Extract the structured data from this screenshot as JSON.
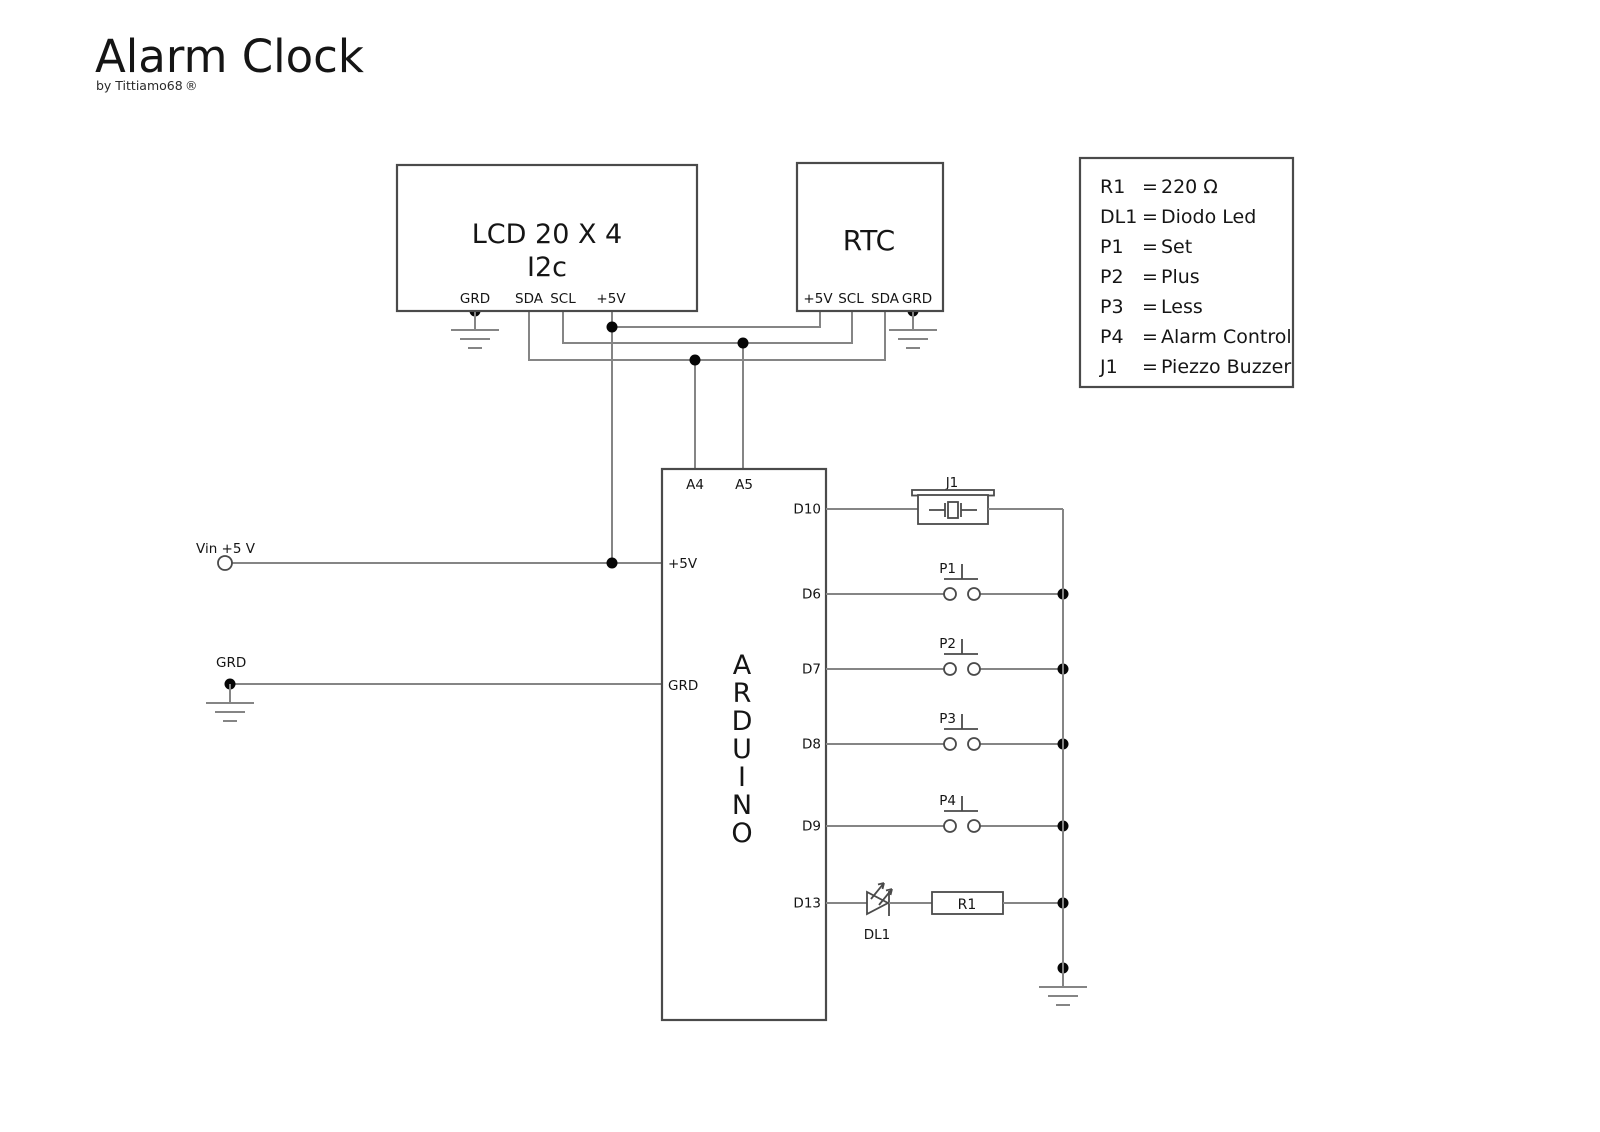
{
  "title": "Alarm Clock",
  "byline": "by Tittiamo68",
  "registered": "®",
  "lcd": {
    "title": "LCD 20 X 4",
    "subtitle": "I2c",
    "pins": [
      "GRD",
      "SDA",
      "SCL",
      "+5V"
    ]
  },
  "rtc": {
    "title": "RTC",
    "pins": [
      "+5V",
      "SCL",
      "SDA",
      "GRD"
    ]
  },
  "arduino": {
    "letters": [
      "A",
      "R",
      "D",
      "U",
      "I",
      "N",
      "O"
    ],
    "top_pins": [
      "A4",
      "A5"
    ],
    "left_pins": [
      "+5V",
      "GRD"
    ],
    "right_pins": [
      "D10",
      "D6",
      "D7",
      "D8",
      "D9",
      "D13"
    ]
  },
  "power": {
    "vin": "Vin +5 V",
    "ground": "GRD"
  },
  "parts": {
    "buzzer": "J1",
    "buttons": [
      "P1",
      "P2",
      "P3",
      "P4"
    ],
    "led": "DL1",
    "resistor": "R1"
  },
  "legend": {
    "eq": "=",
    "rows": [
      {
        "name": "R1",
        "value": "220 Ω"
      },
      {
        "name": "DL1",
        "value": "Diodo Led"
      },
      {
        "name": "P1",
        "value": "Set"
      },
      {
        "name": "P2",
        "value": "Plus"
      },
      {
        "name": "P3",
        "value": "Less"
      },
      {
        "name": "P4",
        "value": "Alarm Control"
      },
      {
        "name": "J1",
        "value": "Piezzo Buzzer"
      }
    ]
  }
}
